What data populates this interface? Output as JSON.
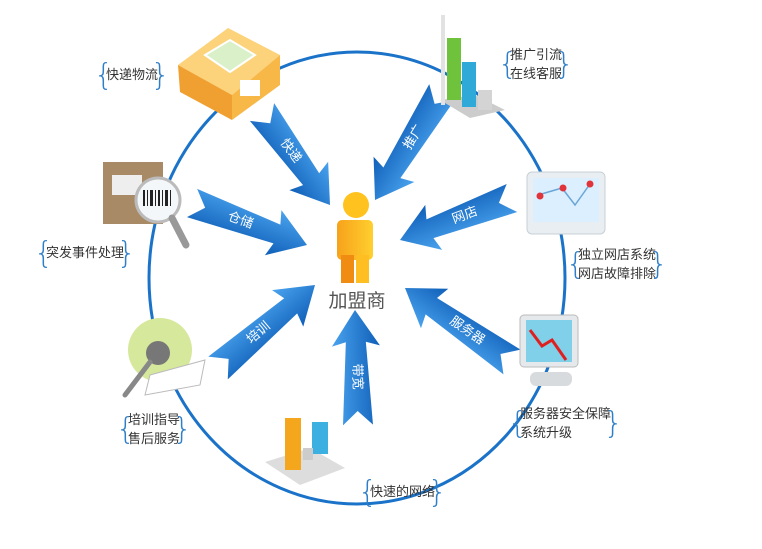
{
  "center": {
    "label": "加盟商"
  },
  "arrows": [
    {
      "label": "快递"
    },
    {
      "label": "推广"
    },
    {
      "label": "仓储"
    },
    {
      "label": "网店"
    },
    {
      "label": "培训"
    },
    {
      "label": "服务器"
    },
    {
      "label": "带宽"
    }
  ],
  "services": {
    "logistics": [
      "快递物流"
    ],
    "promotion": [
      "推广引流",
      "在线客服"
    ],
    "shop": [
      "独立网店系统",
      "网店故障排除"
    ],
    "emergency": [
      "突发事件处理"
    ],
    "training": [
      "培训指导",
      "售后服务"
    ],
    "server": [
      "服务器安全保障",
      "系统升级"
    ],
    "network": [
      "快速的网络"
    ]
  },
  "colors": {
    "ring": "#1a73c9",
    "arrow": "#1e7bd6",
    "person": "#f39a1a"
  }
}
